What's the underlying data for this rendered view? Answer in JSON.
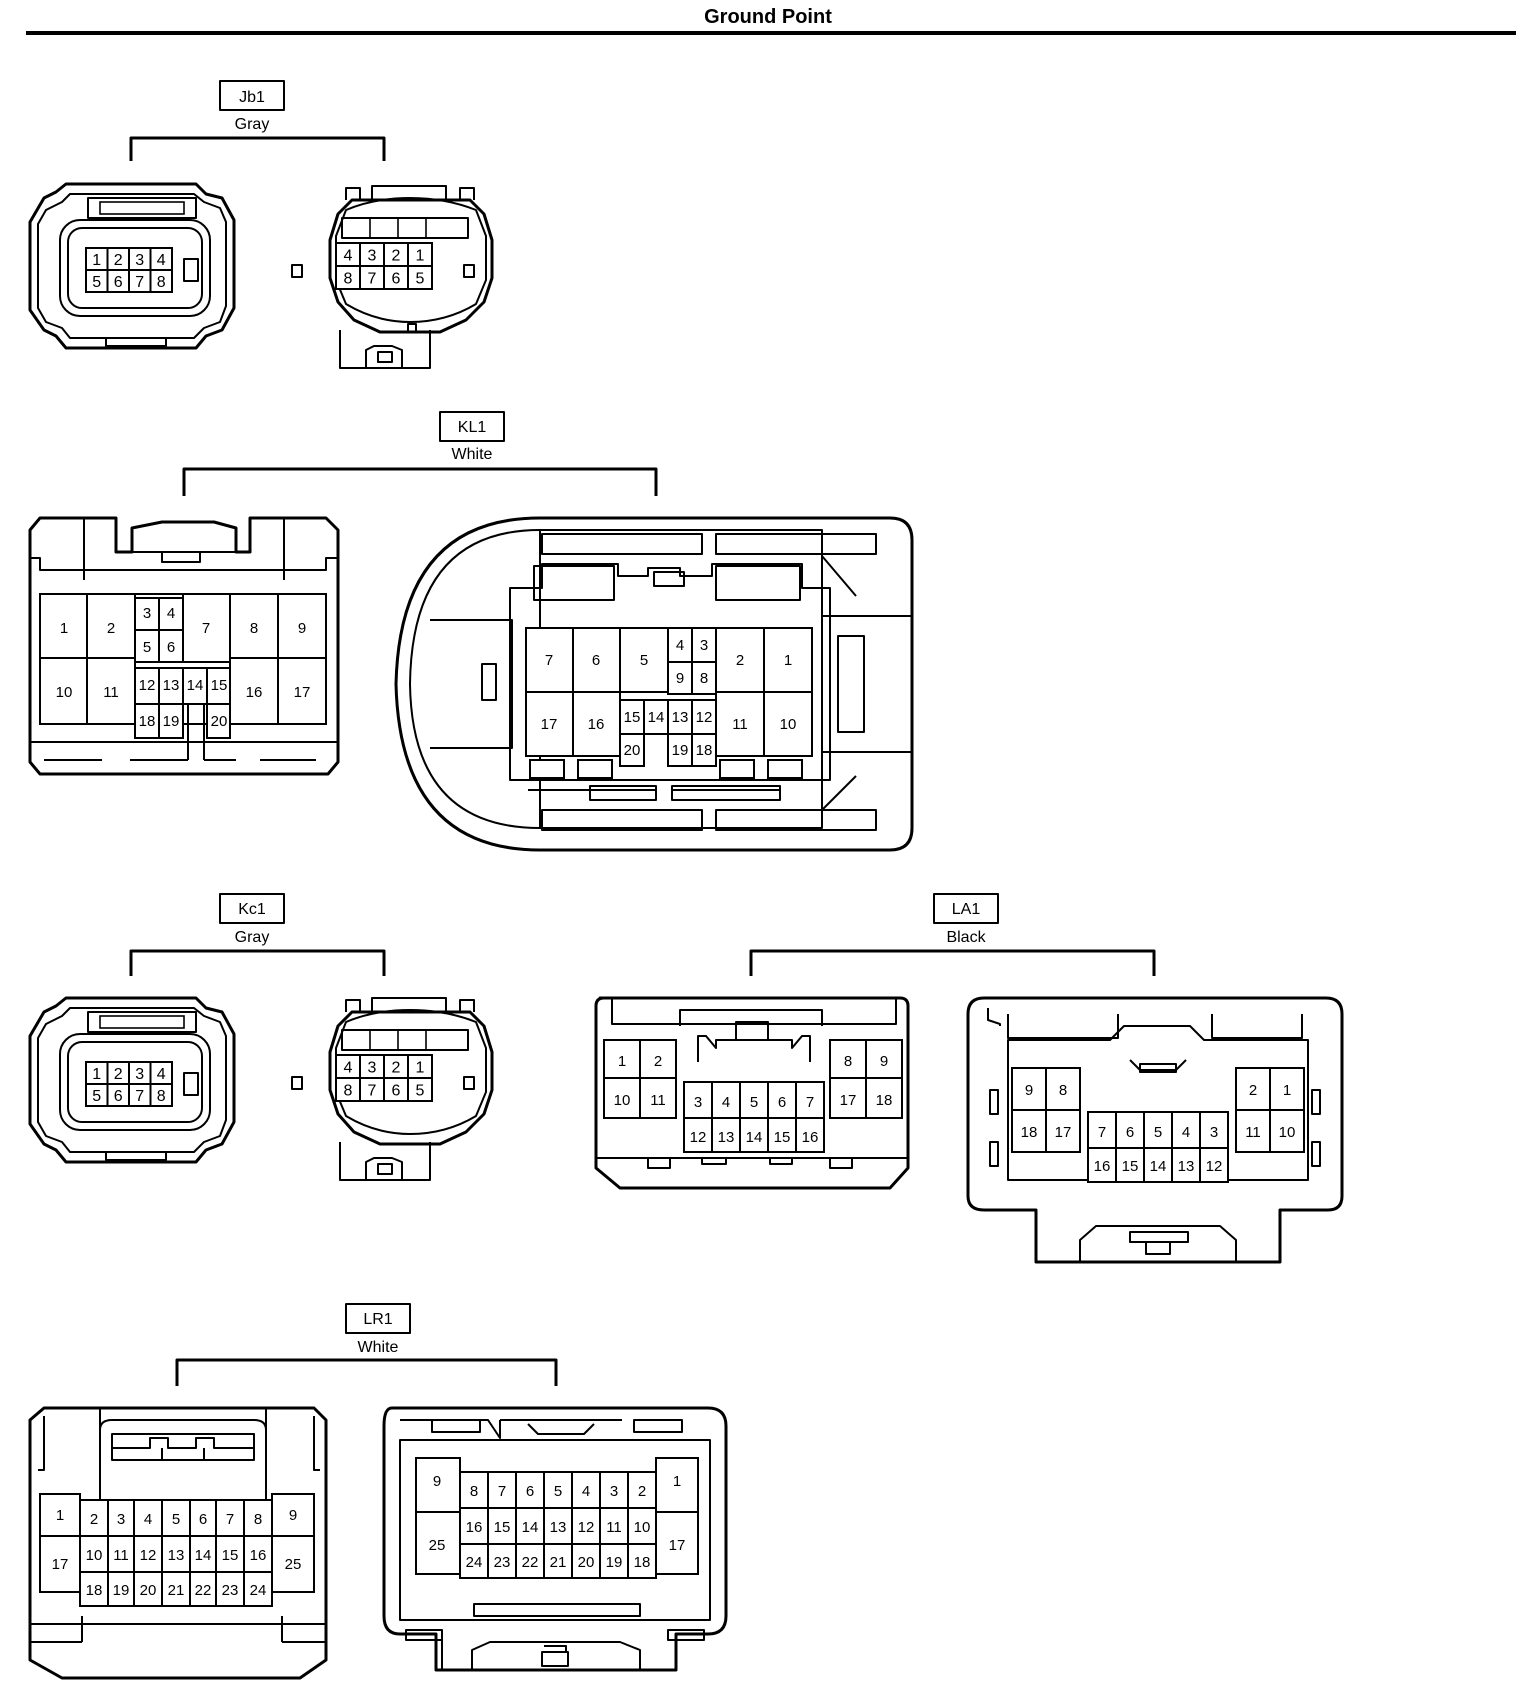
{
  "page": {
    "title": "Ground Point"
  },
  "connectors": [
    {
      "id": "Jb1",
      "color": "Gray",
      "faces": [
        {
          "rows": [
            [
              1,
              2,
              3,
              4
            ],
            [
              5,
              6,
              7,
              8
            ]
          ]
        },
        {
          "rows": [
            [
              4,
              3,
              2,
              1
            ],
            [
              8,
              7,
              6,
              5
            ]
          ]
        }
      ]
    },
    {
      "id": "KL1",
      "color": "White",
      "faces": [
        {
          "pins": [
            1,
            2,
            3,
            4,
            5,
            6,
            7,
            8,
            9,
            10,
            11,
            12,
            13,
            14,
            15,
            16,
            17,
            18,
            19,
            20
          ]
        },
        {
          "pins": [
            7,
            6,
            5,
            4,
            3,
            2,
            1,
            9,
            8,
            17,
            16,
            15,
            14,
            13,
            12,
            11,
            10,
            20,
            19,
            18
          ]
        }
      ]
    },
    {
      "id": "Kc1",
      "color": "Gray",
      "faces": [
        {
          "rows": [
            [
              1,
              2,
              3,
              4
            ],
            [
              5,
              6,
              7,
              8
            ]
          ]
        },
        {
          "rows": [
            [
              4,
              3,
              2,
              1
            ],
            [
              8,
              7,
              6,
              5
            ]
          ]
        }
      ]
    },
    {
      "id": "LA1",
      "color": "Black",
      "faces": [
        {
          "pins": [
            1,
            2,
            10,
            11,
            3,
            4,
            5,
            6,
            7,
            12,
            13,
            14,
            15,
            16,
            8,
            9,
            17,
            18
          ]
        },
        {
          "pins": [
            9,
            8,
            18,
            17,
            7,
            6,
            5,
            4,
            3,
            16,
            15,
            14,
            13,
            12,
            2,
            1,
            11,
            10
          ]
        }
      ]
    },
    {
      "id": "LR1",
      "color": "White",
      "faces": [
        {
          "pins": [
            1,
            17,
            2,
            3,
            4,
            5,
            6,
            7,
            8,
            10,
            11,
            12,
            13,
            14,
            15,
            16,
            18,
            19,
            20,
            21,
            22,
            23,
            24,
            9,
            25
          ]
        },
        {
          "pins": [
            9,
            25,
            8,
            7,
            6,
            5,
            4,
            3,
            2,
            16,
            15,
            14,
            13,
            12,
            11,
            10,
            24,
            23,
            22,
            21,
            20,
            19,
            18,
            1,
            17
          ]
        }
      ]
    }
  ]
}
